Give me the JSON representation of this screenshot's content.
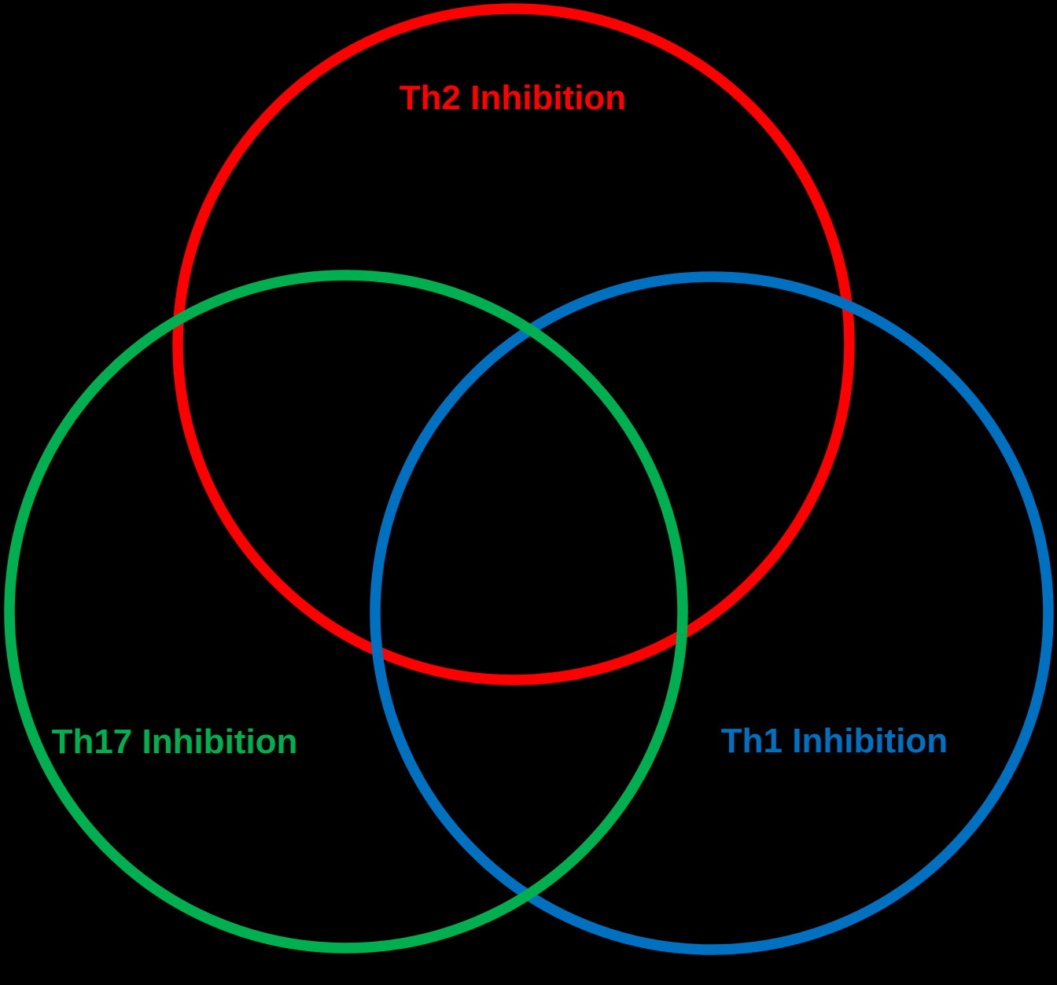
{
  "venn": {
    "type": "venn",
    "description": "Three-set Venn diagram of T-helper cell inhibition",
    "background": "#000000",
    "sets": [
      {
        "id": "th2",
        "label": "Th2 Inhibition",
        "color": "#ff0000",
        "position": "top"
      },
      {
        "id": "th17",
        "label": "Th17 Inhibition",
        "color": "#00b050",
        "position": "bottom-left"
      },
      {
        "id": "th1",
        "label": "Th1 Inhibition",
        "color": "#0070c0",
        "position": "bottom-right"
      }
    ]
  }
}
